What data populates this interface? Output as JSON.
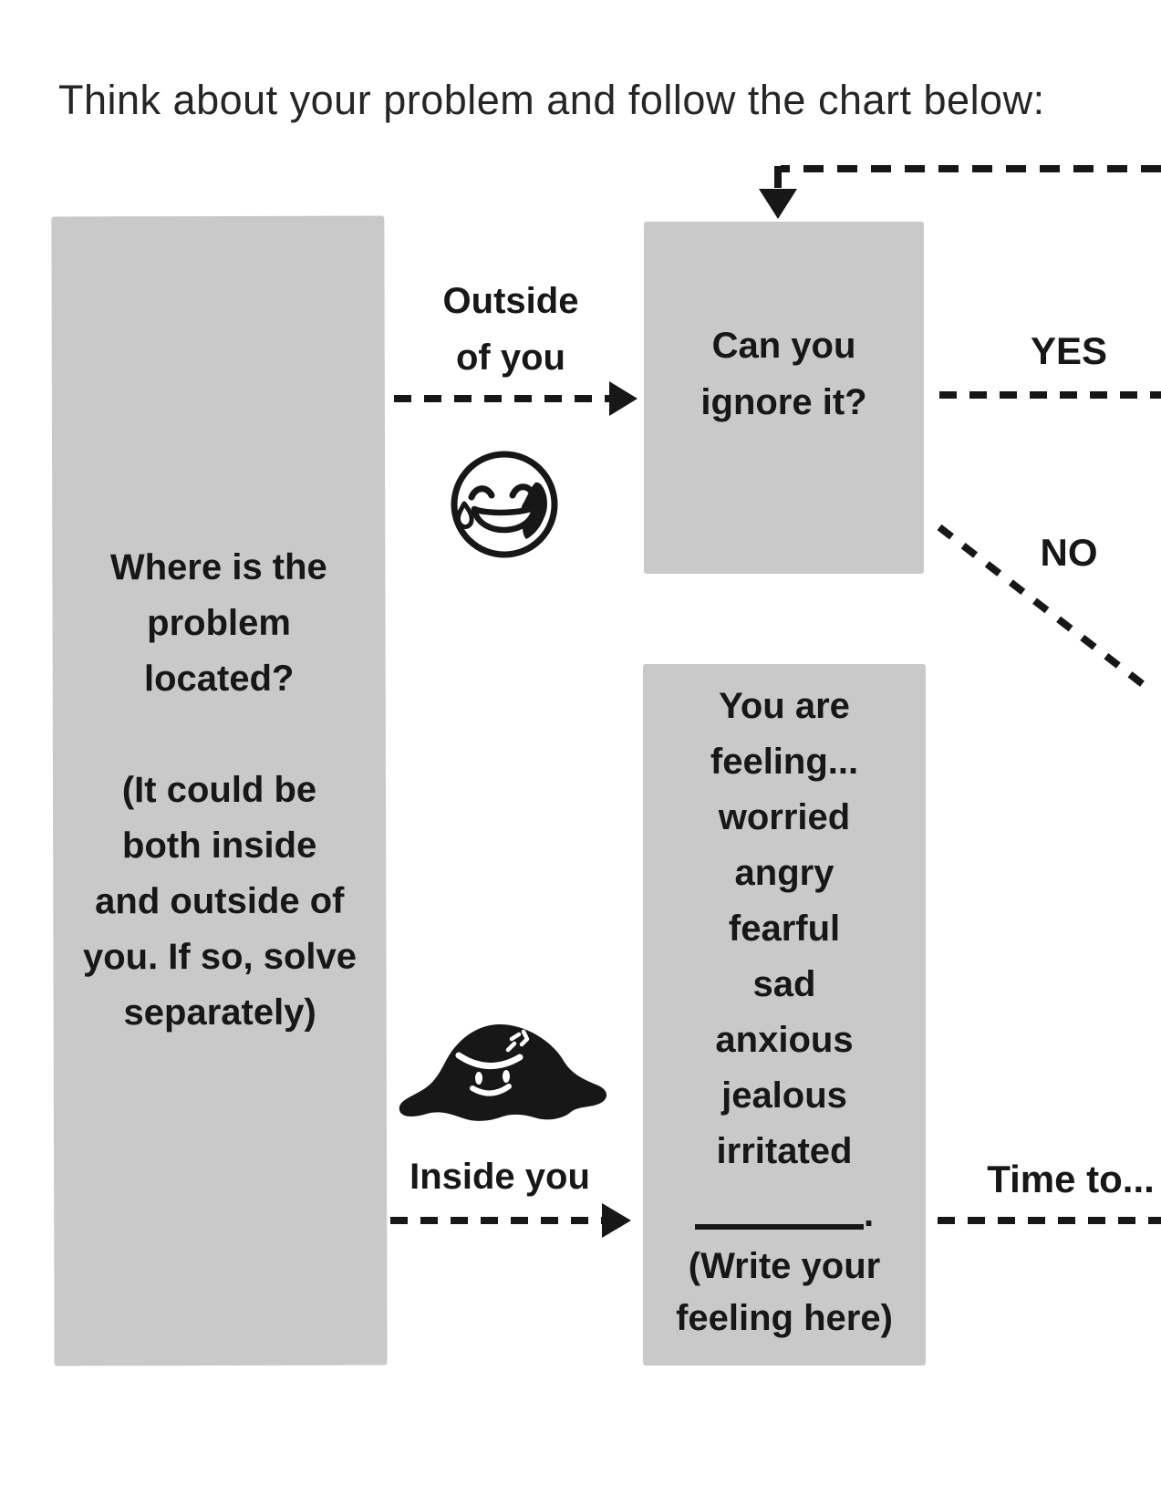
{
  "title": "Think about your problem and follow the chart below:",
  "colors": {
    "background": "#ffffff",
    "box_gray": "#c9c9c9",
    "ink": "#171717"
  },
  "boxes": {
    "where": {
      "text": "Where is the\nproblem\nlocated?\n\n(It could be\nboth inside\nand outside of\nyou. If so, solve\nseparately)"
    },
    "ignore": {
      "text": "Can you\nignore it?"
    },
    "feeling": {
      "list": "You are\nfeeling...\nworried\nangry\nfearful\nsad\nanxious\njealous\nirritated",
      "blank_period": ".",
      "note": "(Write your\nfeeling here)"
    }
  },
  "labels": {
    "outside": "Outside\nof you",
    "inside": "Inside you",
    "yes": "YES",
    "no": "NO",
    "time_to": "Time to..."
  },
  "icons": {
    "outside_icon": "laughing-sweat-face-icon",
    "inside_icon": "angry-blob-icon"
  }
}
